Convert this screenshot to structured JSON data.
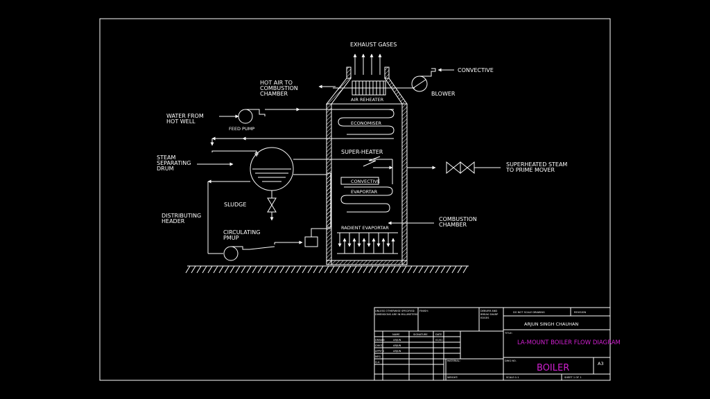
{
  "labels": {
    "exhaust": "EXHAUST GASES",
    "convective_in": "CONVECTIVE",
    "blower": "BLOWER",
    "hot_air_1": "HOT AIR TO",
    "hot_air_2": "COMBUSTION",
    "hot_air_3": "CHAMBER",
    "air_reheater": "AIR REHEATER",
    "water_1": "WATER FROM",
    "water_2": "HOT WELL",
    "feed_pump": "FEED PUMP",
    "economiser": "ECONOMISER",
    "steam_1": "STEAM",
    "steam_2": "SEPARATING",
    "steam_3": "DRUM",
    "super_heater": "SUPER-HEATER",
    "superheated_1": "SUPERHEATED STEAM",
    "superheated_2": "TO PRIME MOVER",
    "convective_1": "CONVECTIVE",
    "convective_2": "EVAPORTAR",
    "sludge": "SLUDGE",
    "dist_1": "DISTRIBUTING",
    "dist_2": "HEADER",
    "comb_1": "COMBUSTION",
    "comb_2": "CHAMBER",
    "circ_1": "CIRCULATING",
    "circ_2": "PMUP",
    "radient": "RADIENT EVAPORTAR"
  },
  "title_block": {
    "unless": "UNLESS OTHERWISE SPECIFIED:",
    "dims": "DIMENSIONS ARE IN MILLIMETERS",
    "finish": "FINISH:",
    "deburr_1": "DEBURR AND",
    "deburr_2": "BREAK SHARP",
    "deburr_3": "EDGES",
    "no_scale": "DO NOT SCALE DRAWING",
    "revision": "REVISION",
    "author": "ARJUN SINGH CHAUHAN",
    "title_label": "TITLE:",
    "title": "LA-MOUNT BOILER FLOW DIAGRAM",
    "col_name": "NAME",
    "col_signature": "SIGNATURE",
    "col_date": "DATE",
    "row_drawn": "DRAWN",
    "row_chkd": "CHK'D",
    "row_appvd": "APPV'D",
    "row_mfg": "MFG",
    "row_qa": "Q.A",
    "drawn_name": "ARJUN",
    "chkd_name": "ARJUN",
    "appvd_name": "ARJUN",
    "drawn_date": "01/01",
    "material": "MATERIAL:",
    "dwg_no": "DWG NO.",
    "drawing_name": "BOILER",
    "size": "A3",
    "weight": "WEIGHT:",
    "scale": "SCALE:1:1",
    "sheet": "SHEET 1 OF 1"
  },
  "colors": {
    "line": "#ffffff",
    "background": "#000000",
    "title_accent": "#d020d0"
  }
}
